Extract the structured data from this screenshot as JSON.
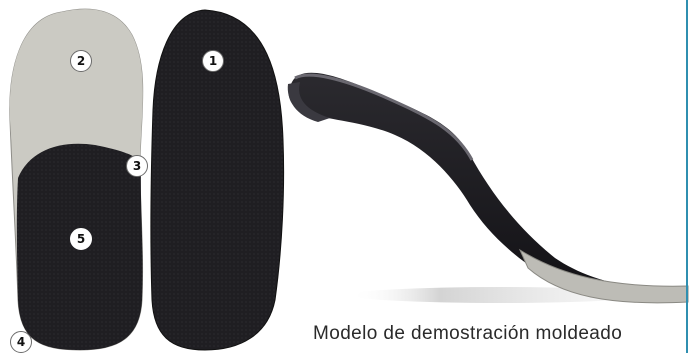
{
  "markers": {
    "m1": "1",
    "m2": "2",
    "m3": "3",
    "m4": "4",
    "m5": "5"
  },
  "caption": "Modelo de demostración moldeado",
  "colors": {
    "felt": "#c9c8c2",
    "insole_black": "#1e1d20",
    "accent_rule": "#2f8fb0"
  }
}
